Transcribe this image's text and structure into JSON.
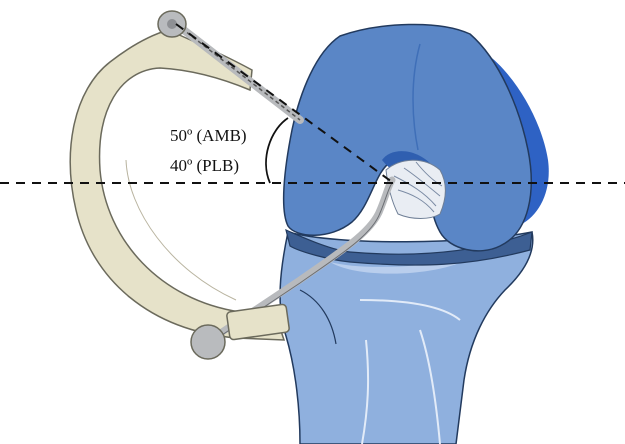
{
  "annotations": {
    "angle_amb": "50º (AMB)",
    "angle_plb": "40º (PLB)"
  },
  "colors": {
    "femur": "#5a86c6",
    "femur_dark": "#2f64b6",
    "femur_condyle_side": "#2e62c4",
    "tibia": "#8fb0de",
    "tibia_light": "#a9c4e8",
    "meniscus": "#3d5f93",
    "guide_arm": "#e6e2c9",
    "guide_outline": "#6b6a5c",
    "guide_knob": "#b9bbbe",
    "wire": "#b8babd",
    "ligament": "#e9edf3",
    "outline": "#223a5e"
  },
  "icons": {
    "femur": "femur-drawing",
    "tibia": "tibia-drawing",
    "guide": "c-arm-drill-guide"
  }
}
